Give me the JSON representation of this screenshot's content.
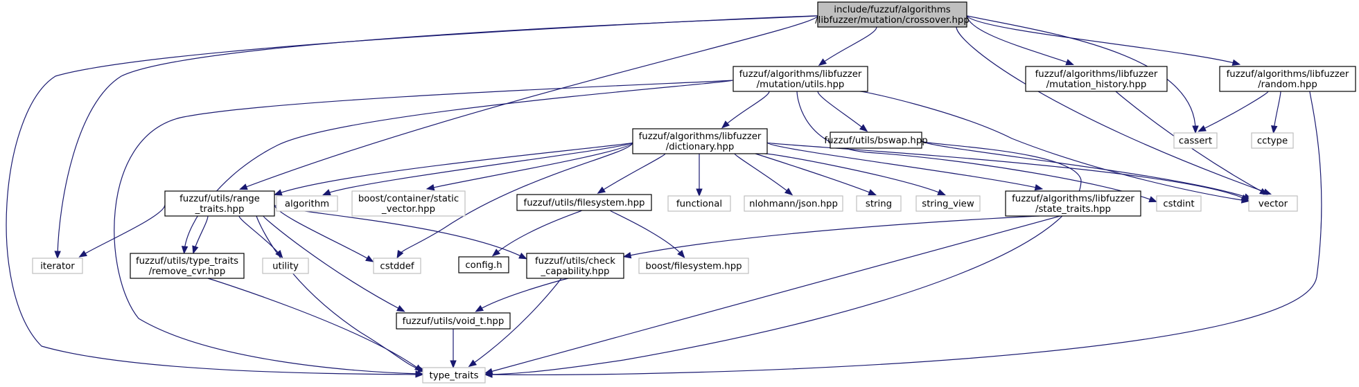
{
  "colors": {
    "edge": "#191970",
    "root_fill": "#bfbfbf",
    "local_stroke": "#000000",
    "external_stroke": "#bfbfbf",
    "background": "#ffffff"
  },
  "nodes": [
    {
      "id": "crossover",
      "kind": "root",
      "lines": [
        "include/fuzzuf/algorithms",
        "/libfuzzer/mutation/crossover.hpp"
      ]
    },
    {
      "id": "mut_utils",
      "kind": "local",
      "lines": [
        "fuzzuf/algorithms/libfuzzer",
        "/mutation/utils.hpp"
      ]
    },
    {
      "id": "mut_history",
      "kind": "local",
      "lines": [
        "fuzzuf/algorithms/libfuzzer",
        "/mutation_history.hpp"
      ]
    },
    {
      "id": "random",
      "kind": "local",
      "lines": [
        "fuzzuf/algorithms/libfuzzer",
        "/random.hpp"
      ]
    },
    {
      "id": "dictionary",
      "kind": "local",
      "lines": [
        "fuzzuf/algorithms/libfuzzer",
        "/dictionary.hpp"
      ]
    },
    {
      "id": "bswap",
      "kind": "local",
      "lines": [
        "fuzzuf/utils/bswap.hpp"
      ]
    },
    {
      "id": "cassert",
      "kind": "external",
      "lines": [
        "cassert"
      ]
    },
    {
      "id": "cctype",
      "kind": "external",
      "lines": [
        "cctype"
      ]
    },
    {
      "id": "range_traits",
      "kind": "local",
      "lines": [
        "fuzzuf/utils/range",
        "_traits.hpp"
      ]
    },
    {
      "id": "algorithm",
      "kind": "external",
      "lines": [
        "algorithm"
      ]
    },
    {
      "id": "static_vector",
      "kind": "external",
      "lines": [
        "boost/container/static",
        "_vector.hpp"
      ]
    },
    {
      "id": "filesystem",
      "kind": "local",
      "lines": [
        "fuzzuf/utils/filesystem.hpp"
      ]
    },
    {
      "id": "functional",
      "kind": "external",
      "lines": [
        "functional"
      ]
    },
    {
      "id": "json",
      "kind": "external",
      "lines": [
        "nlohmann/json.hpp"
      ]
    },
    {
      "id": "string",
      "kind": "external",
      "lines": [
        "string"
      ]
    },
    {
      "id": "string_view",
      "kind": "external",
      "lines": [
        "string_view"
      ]
    },
    {
      "id": "state_traits",
      "kind": "local",
      "lines": [
        "fuzzuf/algorithms/libfuzzer",
        "/state_traits.hpp"
      ]
    },
    {
      "id": "cstdint",
      "kind": "external",
      "lines": [
        "cstdint"
      ]
    },
    {
      "id": "vector",
      "kind": "external",
      "lines": [
        "vector"
      ]
    },
    {
      "id": "iterator",
      "kind": "external",
      "lines": [
        "iterator"
      ]
    },
    {
      "id": "remove_cvr",
      "kind": "local",
      "lines": [
        "fuzzuf/utils/type_traits",
        "/remove_cvr.hpp"
      ]
    },
    {
      "id": "utility",
      "kind": "external",
      "lines": [
        "utility"
      ]
    },
    {
      "id": "cstddef",
      "kind": "external",
      "lines": [
        "cstddef"
      ]
    },
    {
      "id": "config",
      "kind": "local",
      "lines": [
        "config.h"
      ]
    },
    {
      "id": "check_capability",
      "kind": "local",
      "lines": [
        "fuzzuf/utils/check",
        "_capability.hpp"
      ]
    },
    {
      "id": "boost_filesystem",
      "kind": "external",
      "lines": [
        "boost/filesystem.hpp"
      ]
    },
    {
      "id": "void_t",
      "kind": "local",
      "lines": [
        "fuzzuf/utils/void_t.hpp"
      ]
    },
    {
      "id": "type_traits",
      "kind": "external",
      "lines": [
        "type_traits"
      ]
    }
  ],
  "edges": [
    {
      "from": "crossover",
      "to": "mut_utils"
    },
    {
      "from": "crossover",
      "to": "mut_history"
    },
    {
      "from": "crossover",
      "to": "random"
    },
    {
      "from": "crossover",
      "to": "cassert"
    },
    {
      "from": "crossover",
      "to": "vector"
    },
    {
      "from": "crossover",
      "to": "range_traits"
    },
    {
      "from": "crossover",
      "to": "iterator"
    },
    {
      "from": "crossover",
      "to": "type_traits"
    },
    {
      "from": "mut_utils",
      "to": "dictionary"
    },
    {
      "from": "mut_utils",
      "to": "bswap"
    },
    {
      "from": "mut_utils",
      "to": "vector"
    },
    {
      "from": "mut_utils",
      "to": "remove_cvr"
    },
    {
      "from": "mut_utils",
      "to": "type_traits"
    },
    {
      "from": "mut_utils",
      "to": "cstdint"
    },
    {
      "from": "mut_history",
      "to": "vector"
    },
    {
      "from": "random",
      "to": "cassert"
    },
    {
      "from": "random",
      "to": "cctype"
    },
    {
      "from": "random",
      "to": "type_traits"
    },
    {
      "from": "dictionary",
      "to": "range_traits"
    },
    {
      "from": "dictionary",
      "to": "algorithm"
    },
    {
      "from": "dictionary",
      "to": "static_vector"
    },
    {
      "from": "dictionary",
      "to": "filesystem"
    },
    {
      "from": "dictionary",
      "to": "functional"
    },
    {
      "from": "dictionary",
      "to": "json"
    },
    {
      "from": "dictionary",
      "to": "string"
    },
    {
      "from": "dictionary",
      "to": "string_view"
    },
    {
      "from": "dictionary",
      "to": "state_traits"
    },
    {
      "from": "dictionary",
      "to": "vector"
    },
    {
      "from": "dictionary",
      "to": "cstddef"
    },
    {
      "from": "bswap",
      "to": "vector"
    },
    {
      "from": "bswap",
      "to": "type_traits"
    },
    {
      "from": "range_traits",
      "to": "iterator"
    },
    {
      "from": "range_traits",
      "to": "remove_cvr"
    },
    {
      "from": "range_traits",
      "to": "utility"
    },
    {
      "from": "range_traits",
      "to": "cstddef"
    },
    {
      "from": "range_traits",
      "to": "check_capability"
    },
    {
      "from": "range_traits",
      "to": "void_t"
    },
    {
      "from": "range_traits",
      "to": "type_traits"
    },
    {
      "from": "filesystem",
      "to": "config"
    },
    {
      "from": "filesystem",
      "to": "boost_filesystem"
    },
    {
      "from": "state_traits",
      "to": "check_capability"
    },
    {
      "from": "state_traits",
      "to": "type_traits"
    },
    {
      "from": "remove_cvr",
      "to": "type_traits"
    },
    {
      "from": "check_capability",
      "to": "void_t"
    },
    {
      "from": "check_capability",
      "to": "type_traits"
    },
    {
      "from": "void_t",
      "to": "type_traits"
    }
  ]
}
